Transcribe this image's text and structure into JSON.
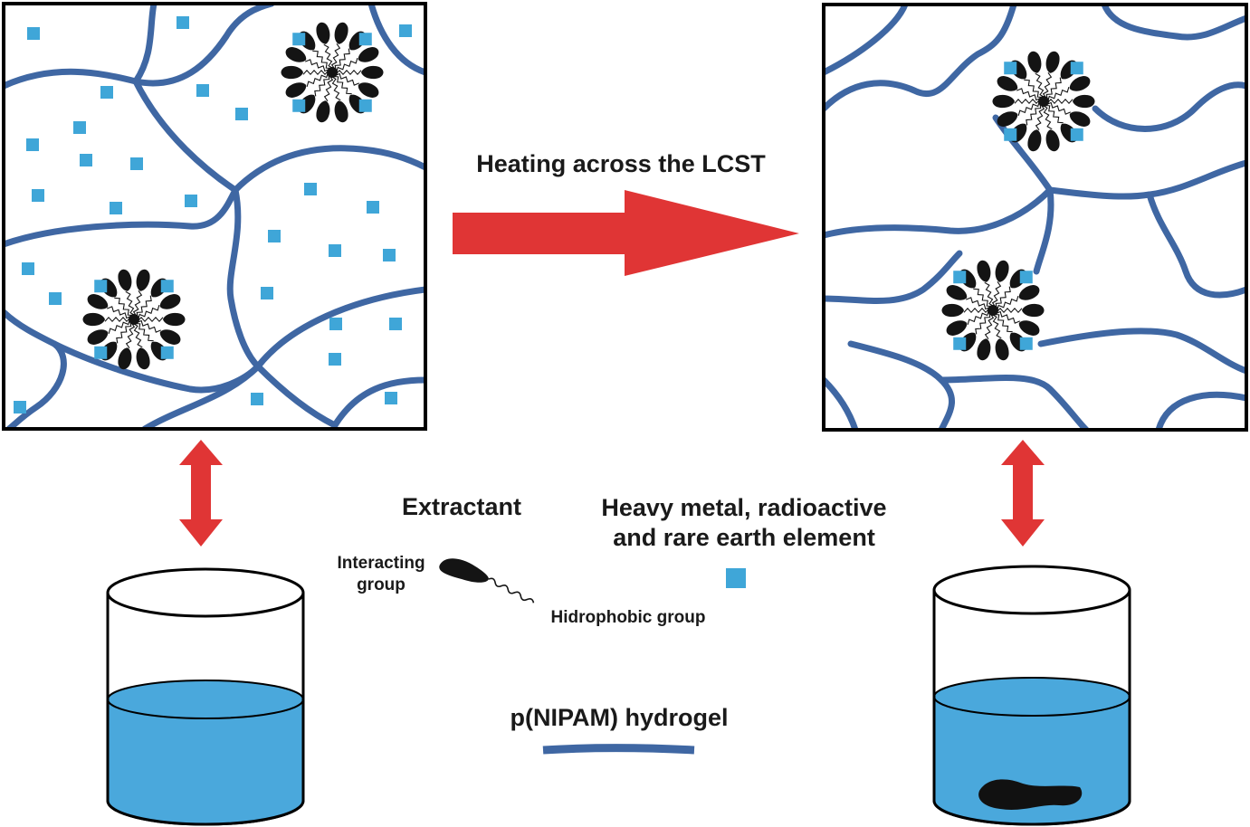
{
  "process": {
    "label": "Heating across the LCST"
  },
  "legend": {
    "extractant": {
      "title": "Extractant",
      "head_label": "Interacting\ngroup",
      "tail_label": "Hidrophobic group"
    },
    "element": {
      "title": "Heavy metal, radioactive\nand rare earth element"
    },
    "hydrogel": {
      "title": "p(NIPAM) hydrogel"
    }
  },
  "colors": {
    "polymer": "#3f67a3",
    "ion": "#3fa6d8",
    "water": "#4aa8dc",
    "arrow": "#e03535",
    "extractant": "#141414",
    "frame": "#000000"
  }
}
